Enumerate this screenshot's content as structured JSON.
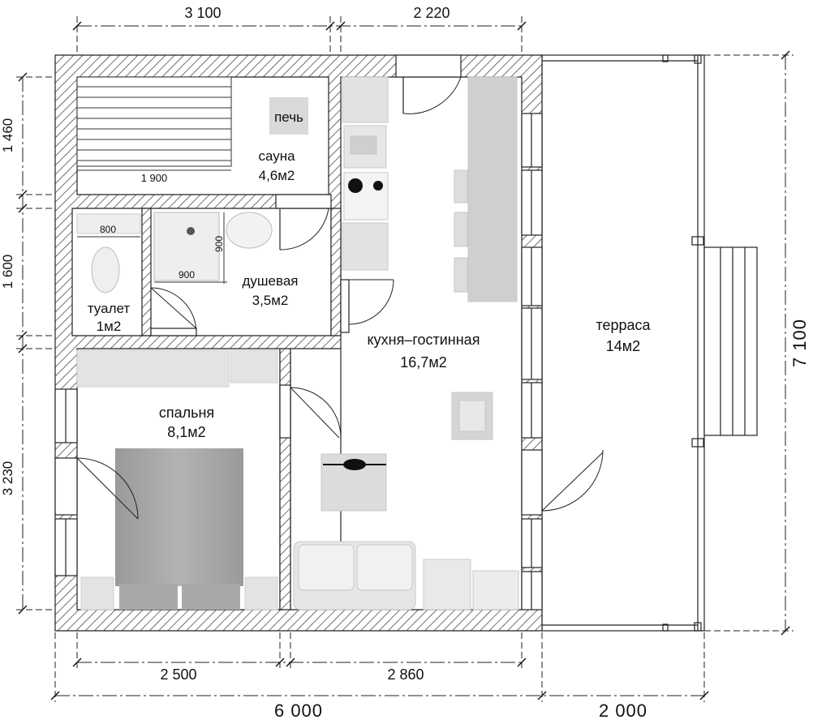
{
  "rooms": {
    "sauna": {
      "name": "сауна",
      "area": "4,6м2"
    },
    "stove": {
      "name": "печь"
    },
    "shower": {
      "name": "душевая",
      "area": "3,5м2"
    },
    "toilet": {
      "name": "туалет",
      "area": "1м2"
    },
    "kitchen": {
      "name": "кухня–гостинная",
      "area": "16,7м2"
    },
    "bedroom": {
      "name": "спальня",
      "area": "8,1м2"
    },
    "terrace": {
      "name": "терраса",
      "area": "14м2"
    }
  },
  "dimensions": {
    "top_left": "3 100",
    "top_right": "2 220",
    "bottom_left": "2 500",
    "bottom_right": "2 860",
    "total_width": "6 000",
    "terrace_width": "2 000",
    "left_top": "1 460",
    "left_mid": "1 600",
    "left_bottom": "3 230",
    "total_height": "7 100",
    "sauna_bench": "1 900",
    "toilet_width": "800",
    "shower_width": "900",
    "shower_depth": "900"
  },
  "colors": {
    "wall_hatch": "#333333",
    "furniture": "#d8d8d8",
    "furniture_dark": "#bdbdbd"
  }
}
